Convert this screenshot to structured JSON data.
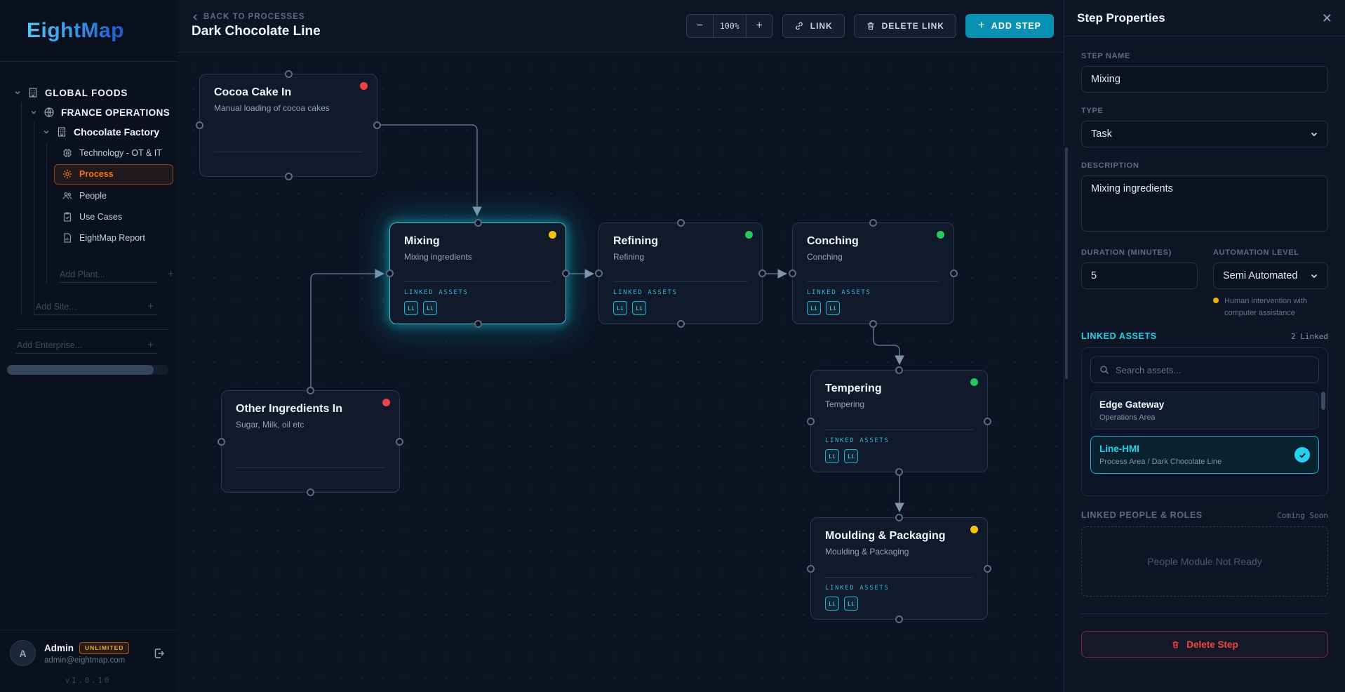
{
  "app": {
    "logo": "EightMap",
    "version": "v1.0.10"
  },
  "sidebar": {
    "tree": {
      "enterprise": "GLOBAL FOODS",
      "site": "FRANCE OPERATIONS",
      "plant": "Chocolate Factory",
      "items": [
        {
          "label": "Technology - OT & IT",
          "icon": "chip-icon"
        },
        {
          "label": "Process",
          "icon": "gear-icon",
          "active": true
        },
        {
          "label": "People",
          "icon": "people-icon"
        },
        {
          "label": "Use Cases",
          "icon": "clipboard-icon"
        },
        {
          "label": "EightMap Report",
          "icon": "report-icon"
        }
      ]
    },
    "add_plant_placeholder": "Add Plant...",
    "add_site_placeholder": "Add Site...",
    "add_enterprise_placeholder": "Add Enterprise...",
    "add_button": "+",
    "user": {
      "initial": "A",
      "name": "Admin",
      "badge": "UNLIMITED",
      "email": "admin@eightmap.com"
    }
  },
  "header": {
    "back": "BACK TO PROCESSES",
    "title": "Dark Chocolate Line",
    "zoom_out": "−",
    "zoom_level": "100%",
    "zoom_in": "+",
    "link": "LINK",
    "delete_link": "DELETE LINK",
    "add_step_plus": "+",
    "add_step": "ADD STEP"
  },
  "canvas": {
    "linked_assets_label": "LINKED ASSETS",
    "badge_label": "Li",
    "nodes": [
      {
        "title": "Cocoa Cake In",
        "subtitle": "Manual loading of cocoa cakes",
        "status": "red",
        "linked_assets": 0
      },
      {
        "title": "Mixing",
        "subtitle": "Mixing ingredients",
        "status": "yellow",
        "selected": true,
        "linked_assets": 2
      },
      {
        "title": "Refining",
        "subtitle": "Refining",
        "status": "green",
        "linked_assets": 2
      },
      {
        "title": "Conching",
        "subtitle": "Conching",
        "status": "green",
        "linked_assets": 2
      },
      {
        "title": "Tempering",
        "subtitle": "Tempering",
        "status": "green",
        "linked_assets": 2
      },
      {
        "title": "Moulding & Packaging",
        "subtitle": "Moulding & Packaging",
        "status": "yellow",
        "linked_assets": 2
      },
      {
        "title": "Other Ingredients In",
        "subtitle": "Sugar, Milk, oil etc",
        "status": "red",
        "linked_assets": 0
      }
    ],
    "edges": [
      [
        "Cocoa Cake In",
        "Mixing"
      ],
      [
        "Other Ingredients In",
        "Mixing"
      ],
      [
        "Mixing",
        "Refining"
      ],
      [
        "Refining",
        "Conching"
      ],
      [
        "Conching",
        "Tempering"
      ],
      [
        "Tempering",
        "Moulding & Packaging"
      ]
    ]
  },
  "panel": {
    "title": "Step Properties",
    "close": "✕",
    "step_name": {
      "label": "STEP NAME",
      "value": "Mixing"
    },
    "type": {
      "label": "TYPE",
      "value": "Task"
    },
    "description": {
      "label": "DESCRIPTION",
      "value": "Mixing ingredients"
    },
    "duration": {
      "label": "DURATION (MINUTES)",
      "value": "5"
    },
    "automation": {
      "label": "AUTOMATION LEVEL",
      "value": "Semi Automated",
      "hint": "Human intervention with computer assistance"
    },
    "linked_assets": {
      "label": "LINKED ASSETS",
      "count": "2 Linked",
      "search_placeholder": "Search assets...",
      "items": [
        {
          "name": "Edge Gateway",
          "path": "Operations Area",
          "selected": false
        },
        {
          "name": "Line-HMI",
          "path": "Process Area / Dark Chocolate Line",
          "selected": true
        }
      ]
    },
    "linked_people": {
      "label": "LINKED PEOPLE & ROLES",
      "badge": "Coming Soon",
      "empty": "People Module Not Ready"
    },
    "delete_label": "Delete Step"
  },
  "colors": {
    "accent_cyan": "#0891b2",
    "selection_cyan": "#22d3ee",
    "status_red": "#ef4444",
    "status_yellow": "#f4c20d",
    "status_green": "#27c95c",
    "process_orange": "#f97316",
    "badge_amber": "#f5a623",
    "delete_red": "#ef4444"
  }
}
